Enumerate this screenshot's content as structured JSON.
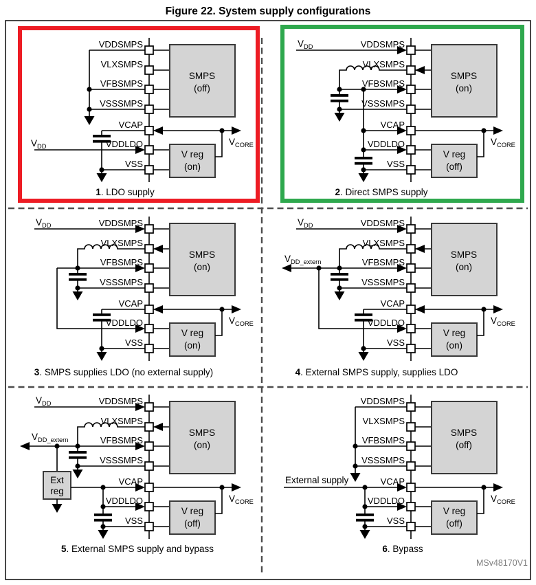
{
  "title": "Figure 22. System supply configurations",
  "watermark": "MSv48170V1",
  "colors": {
    "red_highlight": "#ED1C24",
    "green_highlight": "#2EA84D",
    "block_fill": "#D4D4D4",
    "separator_dash": "#4D4D4D"
  },
  "pins": [
    "VDDSMPS",
    "VLXSMPS",
    "VFBSMPS",
    "VSSSMPS",
    "VCAP",
    "VDDLDO",
    "VSS"
  ],
  "labels": {
    "v": "V",
    "dd_sub": "DD",
    "core_sub": "CORE",
    "dd_extern_sub": "DD_extern",
    "external_supply": "External supply",
    "smps": "SMPS",
    "vreg": "V reg",
    "ext_line1": "Ext",
    "ext_line2": "reg"
  },
  "panels": [
    {
      "num": "1",
      "caption": ". LDO supply",
      "smps": "(off)",
      "vreg": "(on)"
    },
    {
      "num": "2",
      "caption": ". Direct SMPS supply",
      "smps": "(on)",
      "vreg": "(off)"
    },
    {
      "num": "3",
      "caption": ". SMPS supplies LDO (no external supply)",
      "smps": "(on)",
      "vreg": "(on)"
    },
    {
      "num": "4",
      "caption": ". External SMPS supply, supplies LDO",
      "smps": "(on)",
      "vreg": "(on)"
    },
    {
      "num": "5",
      "caption": ". External SMPS supply and  bypass",
      "smps": "(on)",
      "vreg": "(off)"
    },
    {
      "num": "6",
      "caption": ". Bypass",
      "smps": "(off)",
      "vreg": "(off)"
    }
  ]
}
